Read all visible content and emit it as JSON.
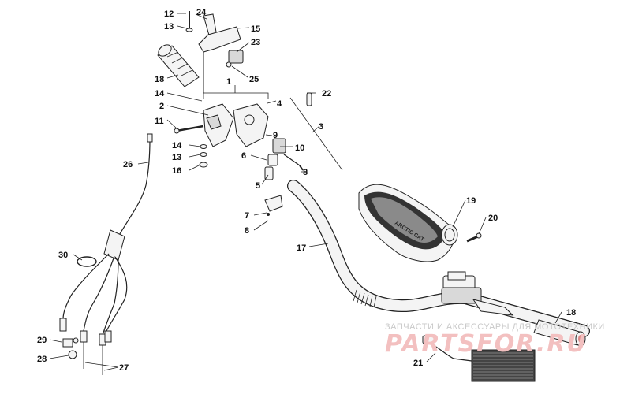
{
  "diagram": {
    "callouts": {
      "c12": "12",
      "c24": "24",
      "c13a": "13",
      "c15": "15",
      "c23": "23",
      "c25": "25",
      "c18a": "18",
      "c1": "1",
      "c14a": "14",
      "c2": "2",
      "c11": "11",
      "c4": "4",
      "c22": "22",
      "c3": "3",
      "c9": "9",
      "c10": "10",
      "c6": "6",
      "c14b": "14",
      "c13b": "13",
      "c16": "16",
      "c8a": "8",
      "c5": "5",
      "c26": "26",
      "c7": "7",
      "c8b": "8",
      "c19": "19",
      "c20": "20",
      "c17": "17",
      "c30": "30",
      "c18b": "18",
      "c29": "29",
      "c21": "21",
      "c28": "28",
      "c27": "27"
    },
    "pad_logo": "ARCTIC CAT"
  },
  "watermark": {
    "line1": "ЗАПЧАСТИ И АКСЕССУАРЫ ДЛЯ МОТОТЕХНИКИ",
    "logo": "PARTSFOR.RU"
  }
}
